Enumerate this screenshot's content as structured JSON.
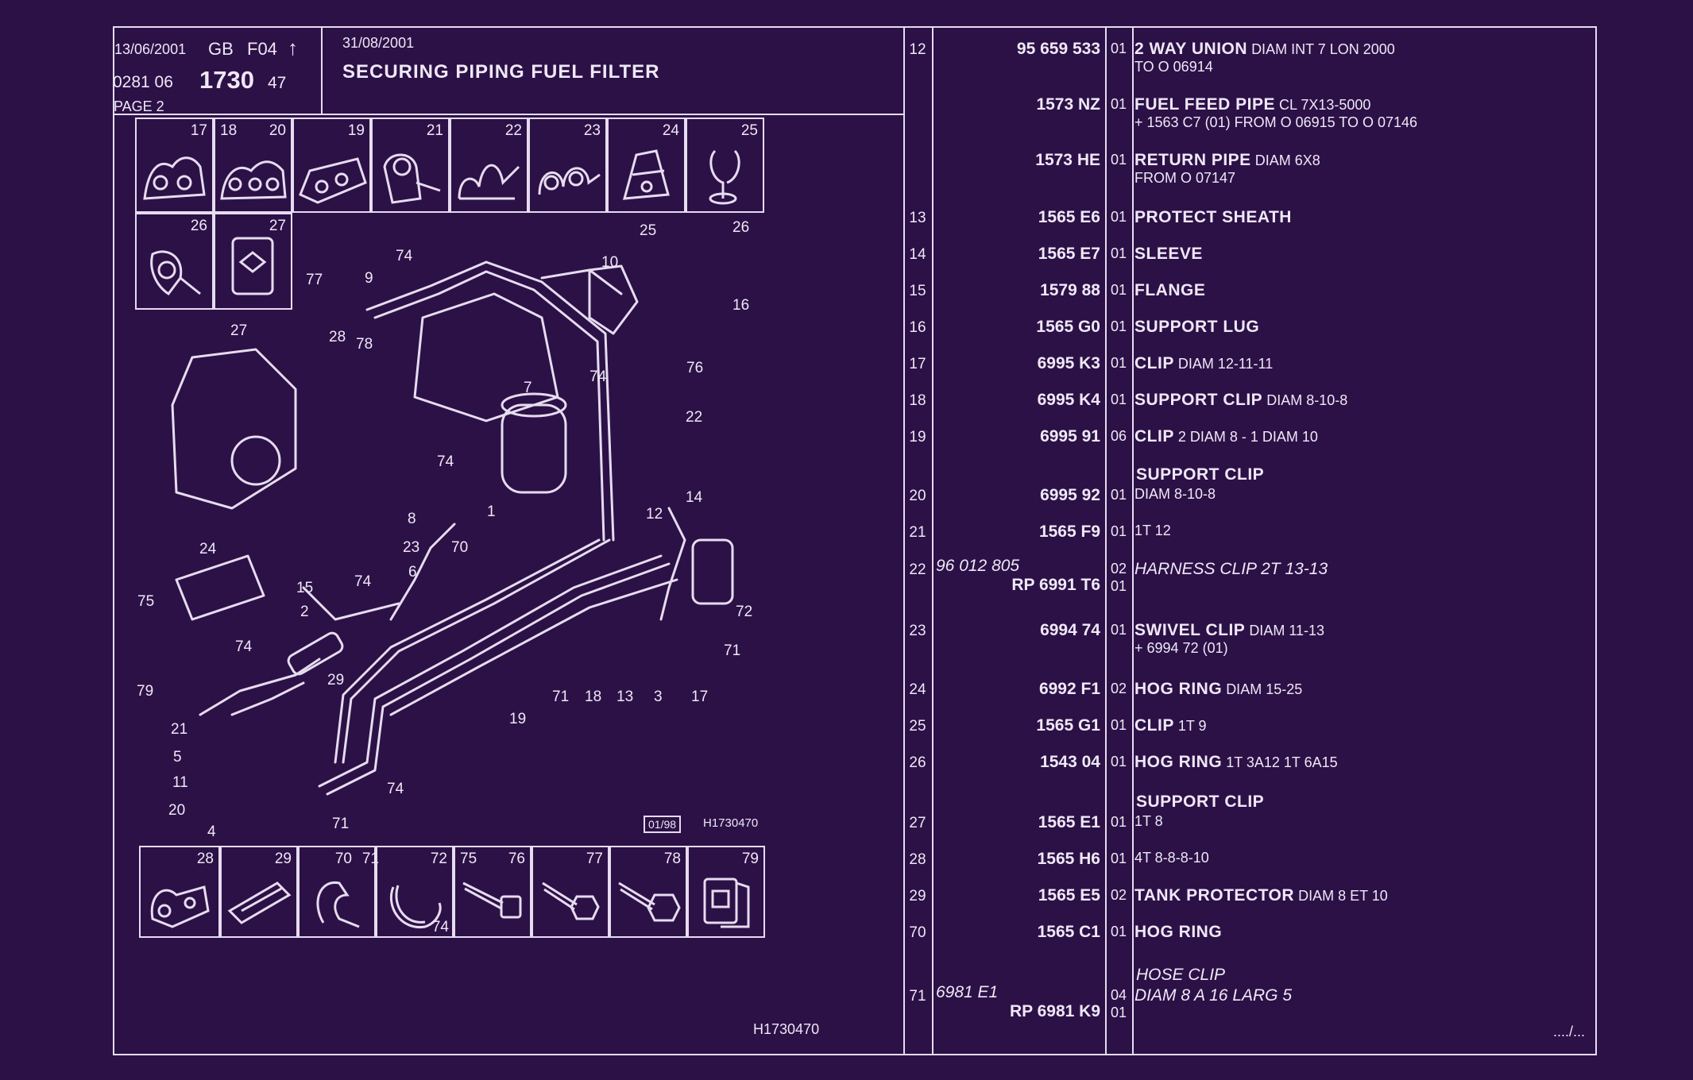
{
  "header": {
    "date_left": "13/06/2001",
    "lang": "GB",
    "group": "F04",
    "arrow": "↑",
    "code_prefix": "0281 06",
    "code_main": "1730",
    "code_suffix": "47",
    "page": "PAGE 2",
    "date_right": "31/08/2001",
    "title": "SECURING PIPING FUEL FILTER"
  },
  "top_thumbs": [
    {
      "nums": [
        "17"
      ]
    },
    {
      "nums": [
        "18",
        "20"
      ]
    },
    {
      "nums": [
        "19"
      ]
    },
    {
      "nums": [
        "21"
      ]
    },
    {
      "nums": [
        "22"
      ]
    },
    {
      "nums": [
        "23"
      ]
    },
    {
      "nums": [
        "24"
      ]
    },
    {
      "nums": [
        "25"
      ]
    }
  ],
  "second_thumbs": [
    {
      "nums": [
        "26"
      ]
    },
    {
      "nums": [
        "27"
      ]
    }
  ],
  "bottom_thumbs": [
    {
      "nums": [
        "28"
      ]
    },
    {
      "nums": [
        "29"
      ]
    },
    {
      "nums": [
        "70",
        "71"
      ]
    },
    {
      "nums": [
        "72"
      ]
    },
    {
      "nums": [
        "75",
        "76"
      ]
    },
    {
      "nums": [
        "77"
      ]
    },
    {
      "nums": [
        "78"
      ]
    },
    {
      "nums": [
        "79"
      ]
    }
  ],
  "bottom_thumb_extra": "74",
  "diagram_labels": [
    "74",
    "9",
    "10",
    "25",
    "26",
    "77",
    "16",
    "27",
    "28",
    "78",
    "76",
    "7",
    "74",
    "22",
    "74",
    "8",
    "1",
    "23",
    "70",
    "14",
    "24",
    "12",
    "15",
    "75",
    "6",
    "74",
    "72",
    "2",
    "71",
    "74",
    "29",
    "71",
    "18",
    "13",
    "3",
    "17",
    "79",
    "19",
    "21",
    "5",
    "11",
    "74",
    "20",
    "4",
    "71"
  ],
  "diagram_ref_box": "01/98",
  "diagram_ref_code": "H1730470",
  "footer_code": "H1730470",
  "continuation": "..../...",
  "parts": [
    {
      "ref": "12",
      "partno": "95 659 533",
      "alt": "",
      "qty": "01",
      "bold": "2 WAY UNION",
      "rest": "DIAM INT 7 LON 2000",
      "line2": "TO O 06914",
      "italic": false
    },
    {
      "ref": "",
      "partno": "1573 NZ",
      "alt": "",
      "qty": "01",
      "bold": "FUEL FEED PIPE",
      "rest": "CL 7X13-5000",
      "line2": "+ 1563 C7 (01) FROM O 06915 TO O 07146",
      "italic": false
    },
    {
      "ref": "",
      "partno": "1573 HE",
      "alt": "",
      "qty": "01",
      "bold": "RETURN PIPE",
      "rest": "DIAM 6X8",
      "line2": "FROM O 07147",
      "italic": false
    },
    {
      "ref": "13",
      "partno": "1565 E6",
      "alt": "",
      "qty": "01",
      "bold": "PROTECT SHEATH",
      "rest": "",
      "line2": "",
      "italic": false
    },
    {
      "ref": "14",
      "partno": "1565 E7",
      "alt": "",
      "qty": "01",
      "bold": "SLEEVE",
      "rest": "",
      "line2": "",
      "italic": false
    },
    {
      "ref": "15",
      "partno": "1579 88",
      "alt": "",
      "qty": "01",
      "bold": "FLANGE",
      "rest": "",
      "line2": "",
      "italic": false
    },
    {
      "ref": "16",
      "partno": "1565 G0",
      "alt": "",
      "qty": "01",
      "bold": "SUPPORT LUG",
      "rest": "",
      "line2": "",
      "italic": false
    },
    {
      "ref": "17",
      "partno": "6995 K3",
      "alt": "",
      "qty": "01",
      "bold": "CLIP",
      "rest": "DIAM 12-11-11",
      "line2": "",
      "italic": false
    },
    {
      "ref": "18",
      "partno": "6995 K4",
      "alt": "",
      "qty": "01",
      "bold": "SUPPORT CLIP",
      "rest": "DIAM 8-10-8",
      "line2": "",
      "italic": false
    },
    {
      "ref": "19",
      "partno": "6995 91",
      "alt": "",
      "qty": "06",
      "bold": "CLIP",
      "rest": "2 DIAM 8 - 1 DIAM 10",
      "line2": "",
      "italic": false
    },
    {
      "ref": "20",
      "partno": "6995 92",
      "alt": "",
      "qty": "01",
      "above": "SUPPORT CLIP",
      "bold": "",
      "rest": "DIAM 8-10-8",
      "line2": "",
      "italic": false
    },
    {
      "ref": "21",
      "partno": "1565 F9",
      "alt": "",
      "qty": "01",
      "bold": "",
      "rest": "1T 12",
      "line2": "",
      "italic": false
    },
    {
      "ref": "22",
      "partno": "RP 6991 T6",
      "alt": "96 012 805",
      "qty": "02",
      "qty2": "01",
      "bold": "",
      "rest": "HARNESS CLIP 2T 13-13",
      "line2": "",
      "italic": true
    },
    {
      "ref": "23",
      "partno": "6994 74",
      "alt": "",
      "qty": "01",
      "bold": "SWIVEL CLIP",
      "rest": "DIAM 11-13",
      "line2": "+ 6994 72 (01)",
      "italic": false
    },
    {
      "ref": "24",
      "partno": "6992 F1",
      "alt": "",
      "qty": "02",
      "bold": "HOG RING",
      "rest": "DIAM 15-25",
      "line2": "",
      "italic": false
    },
    {
      "ref": "25",
      "partno": "1565 G1",
      "alt": "",
      "qty": "01",
      "bold": "CLIP",
      "rest": "1T 9",
      "line2": "",
      "italic": false
    },
    {
      "ref": "26",
      "partno": "1543 04",
      "alt": "",
      "qty": "01",
      "bold": "HOG RING",
      "rest": "1T 3A12 1T 6A15",
      "line2": "",
      "italic": false
    },
    {
      "ref": "27",
      "partno": "1565 E1",
      "alt": "",
      "qty": "01",
      "above": "SUPPORT CLIP",
      "bold": "",
      "rest": "1T 8",
      "line2": "",
      "italic": false
    },
    {
      "ref": "28",
      "partno": "1565 H6",
      "alt": "",
      "qty": "01",
      "bold": "",
      "rest": "4T 8-8-8-10",
      "line2": "",
      "italic": false
    },
    {
      "ref": "29",
      "partno": "1565 E5",
      "alt": "",
      "qty": "02",
      "bold": "TANK PROTECTOR",
      "rest": "DIAM 8 ET 10",
      "line2": "",
      "italic": false
    },
    {
      "ref": "70",
      "partno": "1565 C1",
      "alt": "",
      "qty": "01",
      "bold": "HOG RING",
      "rest": "",
      "line2": "",
      "italic": false
    },
    {
      "ref": "71",
      "partno": "RP 6981 K9",
      "alt": "6981 E1",
      "qty": "04",
      "qty2": "01",
      "above": "HOSE CLIP",
      "bold": "",
      "rest": "DIAM 8 A 16 LARG 5",
      "line2": "",
      "italic": true
    }
  ]
}
